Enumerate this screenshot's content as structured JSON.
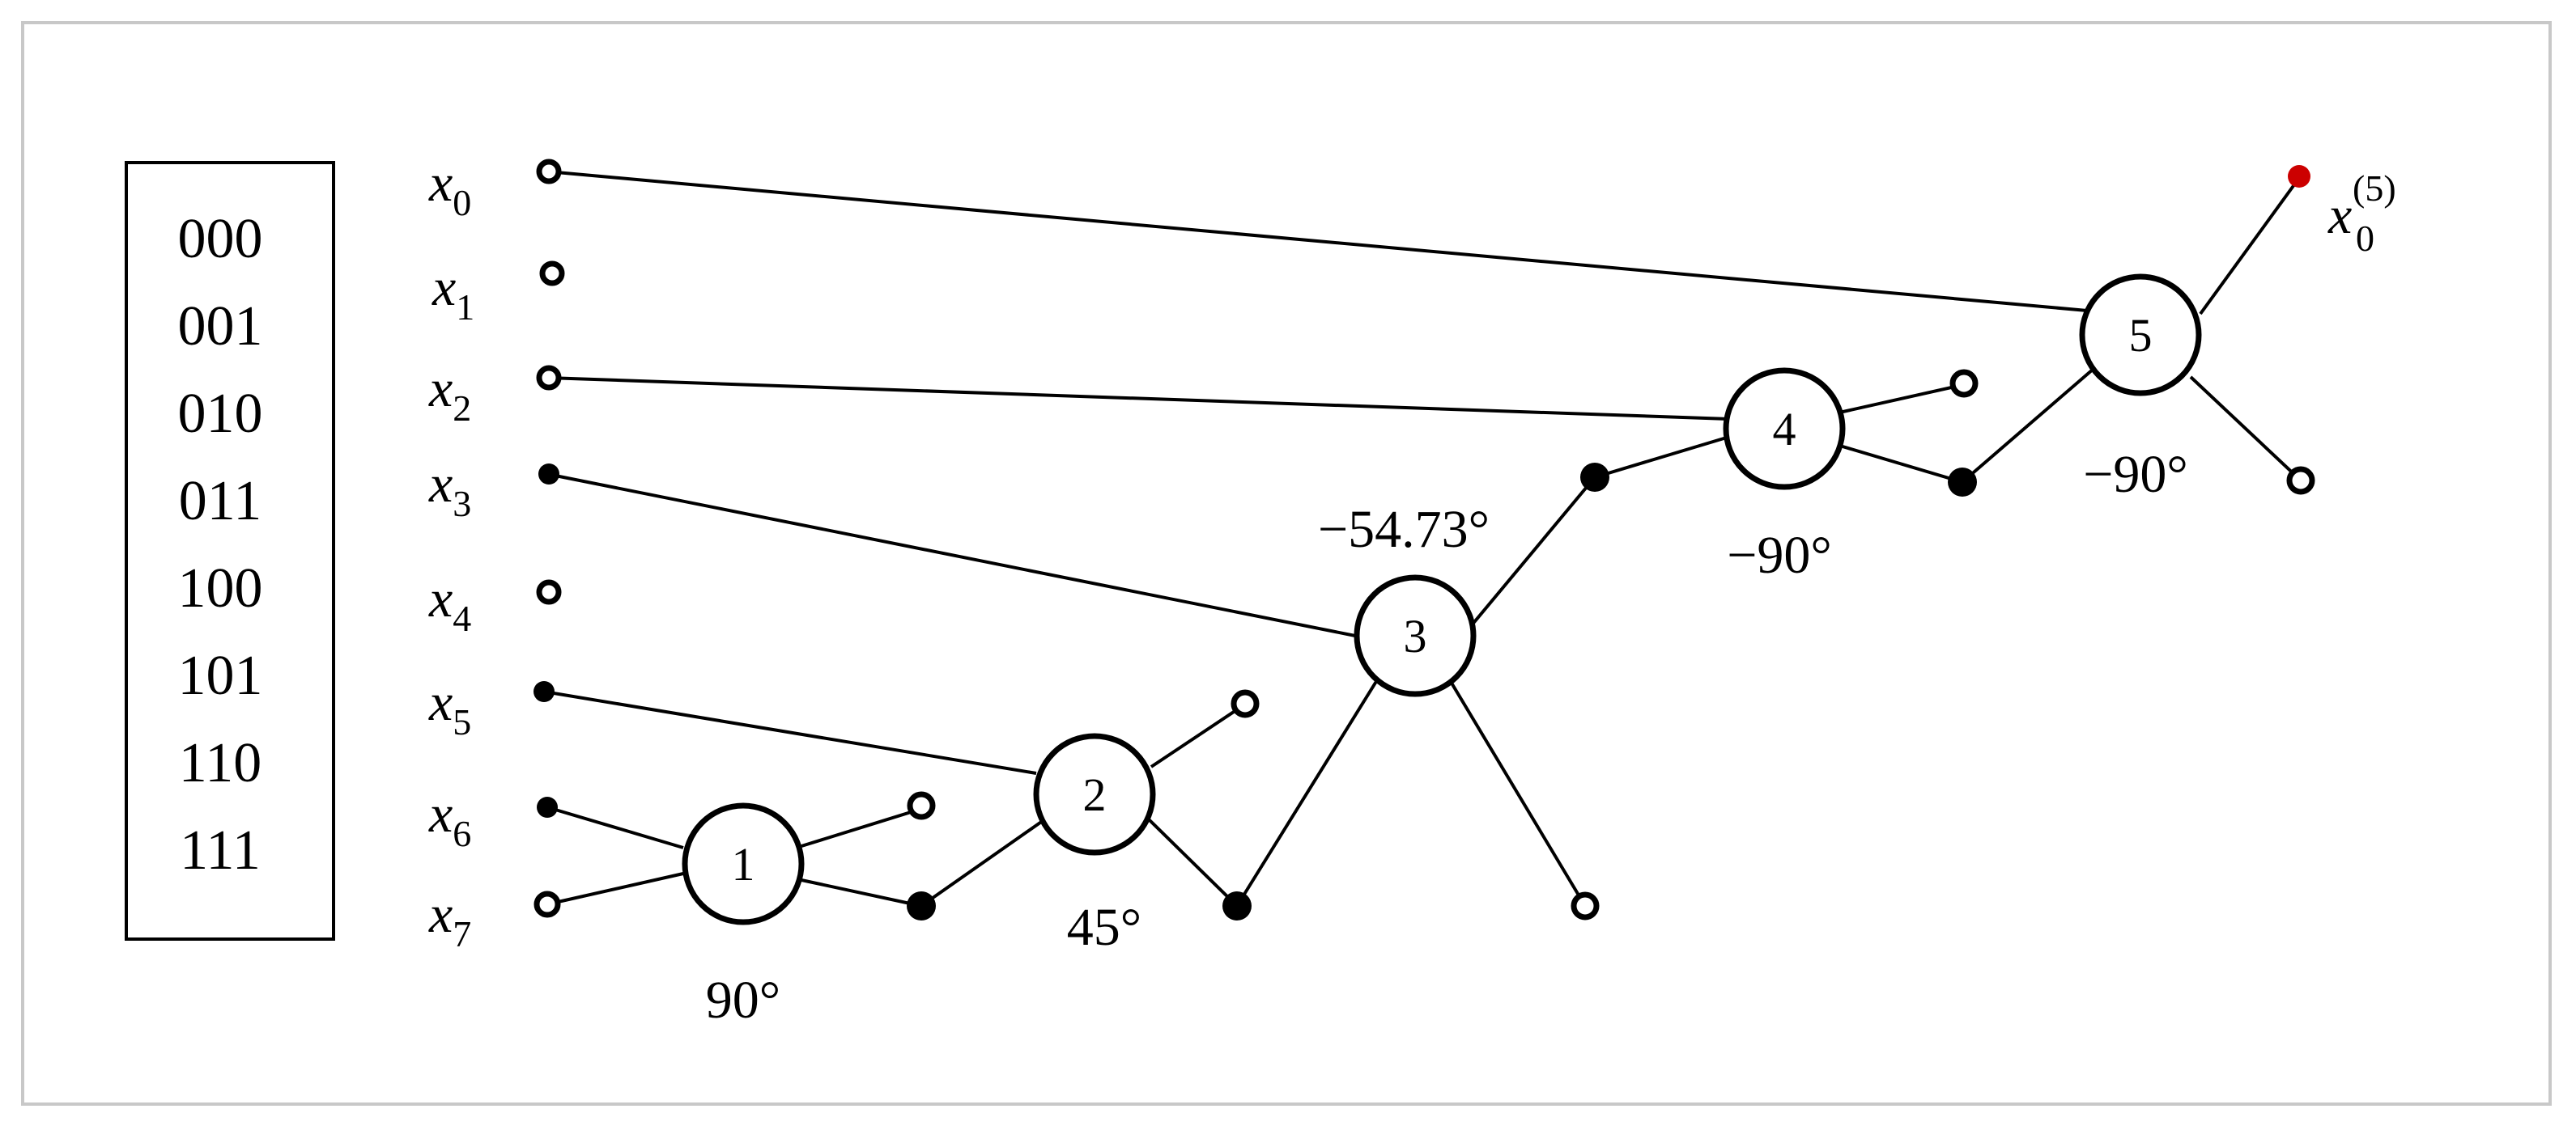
{
  "binary_codes": [
    "000",
    "001",
    "010",
    "011",
    "100",
    "101",
    "110",
    "111"
  ],
  "inputs": [
    {
      "base": "x",
      "sub": "0"
    },
    {
      "base": "x",
      "sub": "1"
    },
    {
      "base": "x",
      "sub": "2"
    },
    {
      "base": "x",
      "sub": "3"
    },
    {
      "base": "x",
      "sub": "4"
    },
    {
      "base": "x",
      "sub": "5"
    },
    {
      "base": "x",
      "sub": "6"
    },
    {
      "base": "x",
      "sub": "7"
    }
  ],
  "nodes": [
    {
      "label": "1",
      "angle": "90°"
    },
    {
      "label": "2",
      "angle": "45°"
    },
    {
      "label": "3",
      "angle": "−54.73°"
    },
    {
      "label": "4",
      "angle": "−90°"
    },
    {
      "label": "5",
      "angle": "−90°"
    }
  ],
  "output": {
    "base": "x",
    "sub": "0",
    "sup": "(5)"
  },
  "colors": {
    "line": "#000000",
    "output_dot": "#cc0000",
    "frame": "#c8c8c8"
  }
}
